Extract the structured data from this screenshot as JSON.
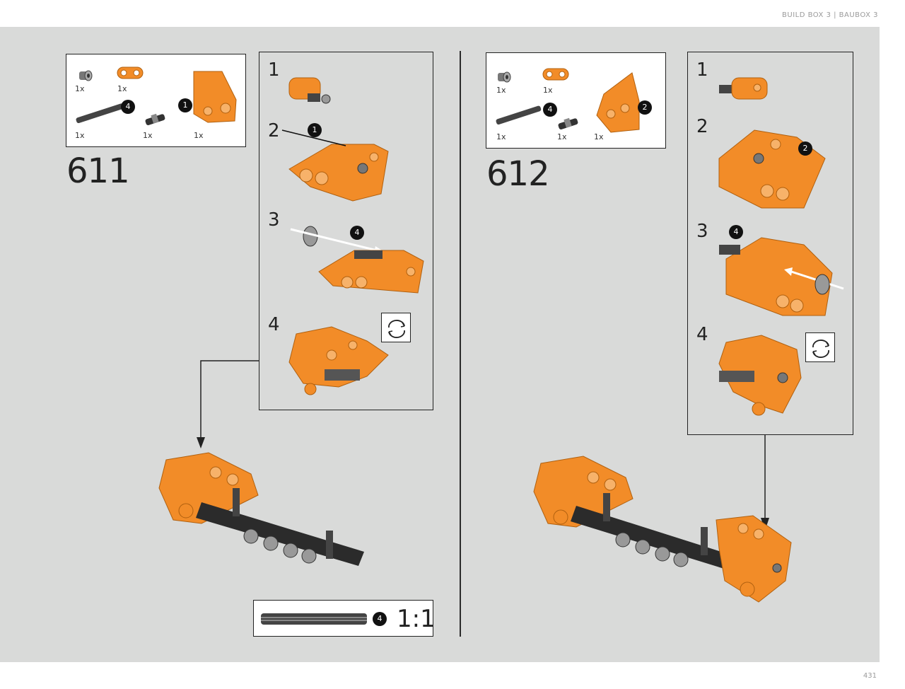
{
  "header": {
    "text": "BUILD BOX 3  |  BAUBOX 3"
  },
  "page_number": "431",
  "step_611": {
    "number": "611",
    "parts": [
      {
        "name": "bush",
        "qty": "1x"
      },
      {
        "name": "orange-beam-2",
        "qty": "1x"
      },
      {
        "name": "axle-4",
        "qty": "1x",
        "callout": "4"
      },
      {
        "name": "axle-pin",
        "qty": "1x"
      },
      {
        "name": "orange-panel-subassembly",
        "qty": "1x",
        "callout": "1"
      }
    ],
    "substeps": [
      {
        "label": "1"
      },
      {
        "label": "2",
        "callout": "1"
      },
      {
        "label": "3",
        "callout": "4"
      },
      {
        "label": "4"
      }
    ],
    "scale": {
      "callout": "4",
      "ratio": "1:1"
    }
  },
  "step_612": {
    "number": "612",
    "parts": [
      {
        "name": "bush",
        "qty": "1x"
      },
      {
        "name": "orange-beam-2",
        "qty": "1x"
      },
      {
        "name": "axle-4",
        "qty": "1x",
        "callout": "4"
      },
      {
        "name": "axle-pin",
        "qty": "1x"
      },
      {
        "name": "orange-panel-subassembly",
        "qty": "1x",
        "callout": "2"
      }
    ],
    "substeps": [
      {
        "label": "1"
      },
      {
        "label": "2",
        "callout": "2"
      },
      {
        "label": "3",
        "callout": "4"
      },
      {
        "label": "4"
      }
    ]
  },
  "colors": {
    "orange": "#f28c28",
    "orange_dark": "#c96a12",
    "dark_gray": "#2b2b2b",
    "panel": "#d9dad9"
  }
}
